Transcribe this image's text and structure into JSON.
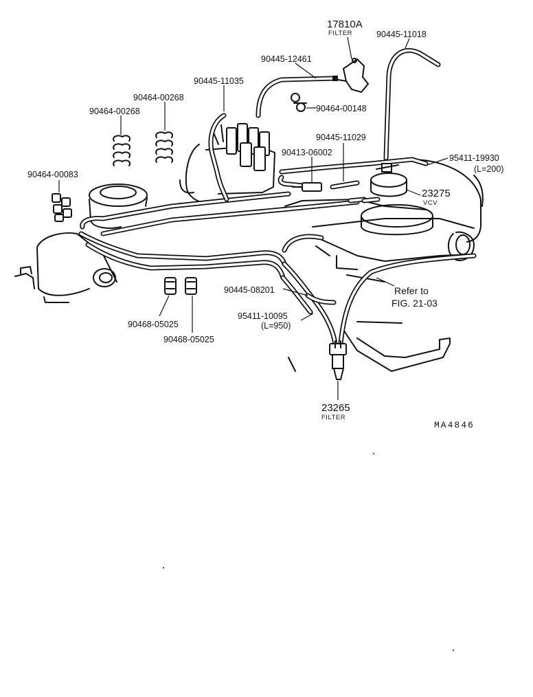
{
  "diagram_code": "MA4846",
  "parts": {
    "filter_17810a": {
      "number": "17810A",
      "note": "FILTER"
    },
    "hose_90445_11018": {
      "number": "90445-11018"
    },
    "hose_90445_12461": {
      "number": "90445-12461"
    },
    "hose_90445_11035": {
      "number": "90445-11035"
    },
    "clip_90464_00268_a": {
      "number": "90464-00268"
    },
    "clip_90464_00268_b": {
      "number": "90464-00268"
    },
    "clip_90464_00148": {
      "number": "90464-00148"
    },
    "hose_90445_11029": {
      "number": "90445-11029"
    },
    "fitting_90413_06002": {
      "number": "90413-06002"
    },
    "hose_95411_19930": {
      "number": "95411-19930",
      "length": "(L=200)"
    },
    "clip_90464_00083": {
      "number": "90464-00083"
    },
    "vcv_23275": {
      "number": "23275",
      "note": "VCV"
    },
    "hose_90445_08201": {
      "number": "90445-08201"
    },
    "hose_95411_10095": {
      "number": "95411-10095",
      "length": "(L=950)"
    },
    "clip_90468_05025_a": {
      "number": "90468-05025"
    },
    "clip_90468_05025_b": {
      "number": "90468-05025"
    },
    "filter_23265": {
      "number": "23265",
      "note": "FILTER"
    }
  },
  "reference": {
    "line1": "Refer to",
    "line2": "FIG. 21-03"
  }
}
